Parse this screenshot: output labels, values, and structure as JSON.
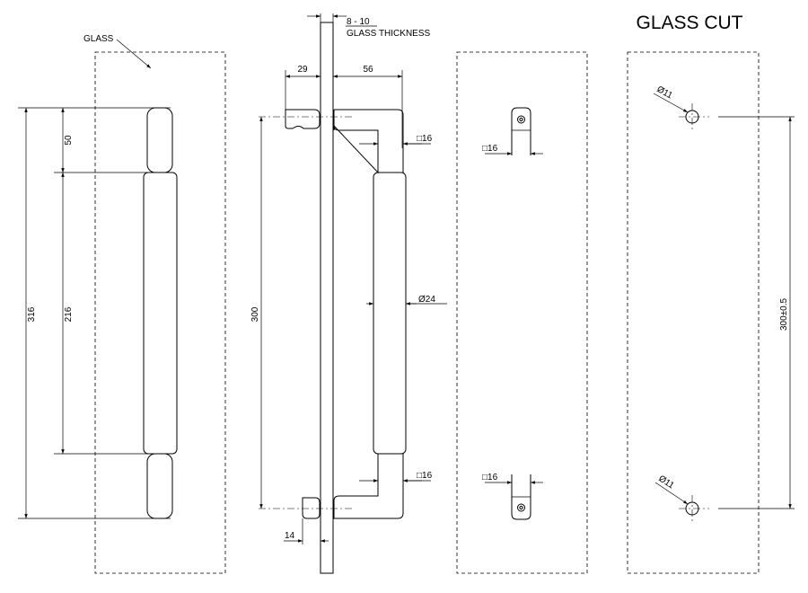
{
  "title": "GLASS CUT",
  "labels": {
    "glass": "GLASS",
    "glass_thickness": "GLASS THICKNESS"
  },
  "dimensions": {
    "thickness": "8 - 10",
    "overall_length": "316",
    "leg_length": "50",
    "grip_length": "216",
    "center_distance": "300",
    "glass_offset": "29",
    "handle_depth": "56",
    "square_16": "16",
    "diameter_24": "24",
    "fixing_offset": "14",
    "hole_diameter": "11",
    "hole_spacing": "300±0.5"
  },
  "symbols": {
    "diameter": "Ø",
    "square": "□"
  }
}
